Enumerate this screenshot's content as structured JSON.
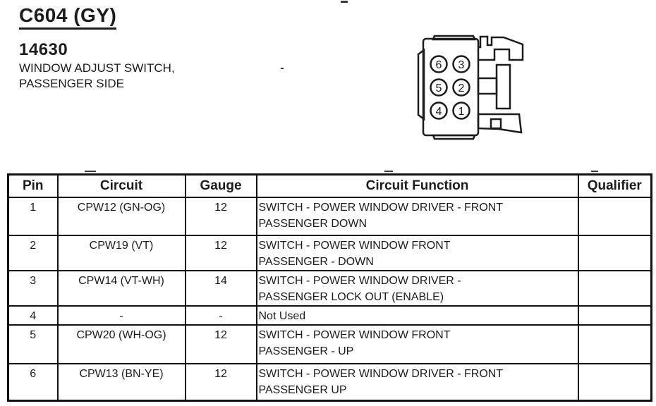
{
  "header": {
    "connector_id": "C604 (GY)",
    "part_number": "14630",
    "description": "WINDOW ADJUST SWITCH,\nPASSENGER SIDE"
  },
  "connector_diagram": {
    "pin_labels": [
      "6",
      "3",
      "5",
      "2",
      "4",
      "1"
    ]
  },
  "pinout_table": {
    "columns": [
      "Pin",
      "Circuit",
      "Gauge",
      "Circuit Function",
      "Qualifier"
    ],
    "rows": [
      {
        "pin": "1",
        "circuit": "CPW12 (GN-OG)",
        "gauge": "12",
        "function": "SWITCH - POWER WINDOW DRIVER - FRONT\nPASSENGER DOWN",
        "qualifier": ""
      },
      {
        "pin": "2",
        "circuit": "CPW19 (VT)",
        "gauge": "12",
        "function": "SWITCH - POWER WINDOW FRONT\nPASSENGER - DOWN",
        "qualifier": ""
      },
      {
        "pin": "3",
        "circuit": "CPW14 (VT-WH)",
        "gauge": "14",
        "function": "SWITCH - POWER WINDOW DRIVER -\nPASSENGER LOCK OUT (ENABLE)",
        "qualifier": ""
      },
      {
        "pin": "4",
        "circuit": "-",
        "gauge": "-",
        "function": "Not Used",
        "qualifier": ""
      },
      {
        "pin": "5",
        "circuit": "CPW20 (WH-OG)",
        "gauge": "12",
        "function": "SWITCH - POWER WINDOW FRONT\nPASSENGER - UP",
        "qualifier": ""
      },
      {
        "pin": "6",
        "circuit": "CPW13 (BN-YE)",
        "gauge": "12",
        "function": "SWITCH - POWER WINDOW DRIVER - FRONT\nPASSENGER UP",
        "qualifier": ""
      }
    ]
  },
  "colors": {
    "ink": "#1c1c1c",
    "line": "#111111",
    "paper": "#ffffff"
  }
}
